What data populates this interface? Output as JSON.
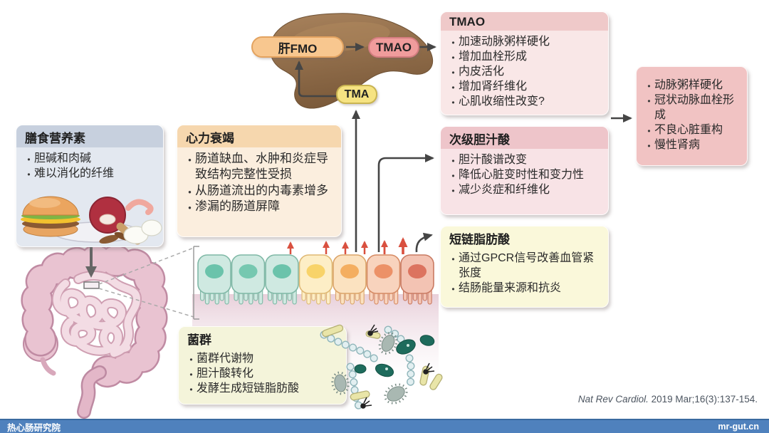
{
  "boxes": {
    "diet": {
      "title": "膳食营养素",
      "items": [
        "胆碱和肉碱",
        "难以消化的纤维"
      ]
    },
    "heart_failure": {
      "title": "心力衰竭",
      "items": [
        "肠道缺血、水肿和炎症导致结构完整性受损",
        "从肠道流出的内毒素增多",
        "渗漏的肠道屏障"
      ]
    },
    "tmao": {
      "title": "TMAO",
      "items": [
        "加速动脉粥样硬化",
        "增加血栓形成",
        "内皮活化",
        "增加肾纤维化",
        "心肌收缩性改变?"
      ]
    },
    "bile": {
      "title": "次级胆汁酸",
      "items": [
        "胆汁酸谱改变",
        "降低心脏变时性和变力性",
        "减少炎症和纤维化"
      ]
    },
    "scfa": {
      "title": "短链脂肪酸",
      "items": [
        "通过GPCR信号改善血管紧张度",
        "结肠能量来源和抗炎"
      ]
    },
    "outcomes": {
      "items": [
        "动脉粥样硬化",
        "冠状动脉血栓形成",
        "不良心脏重构",
        "慢性肾病"
      ]
    },
    "microbiota": {
      "title": "菌群",
      "items": [
        "菌群代谢物",
        "胆汁酸转化",
        "发酵生成短链脂肪酸"
      ]
    }
  },
  "pills": {
    "liver_fmo": "肝FMO",
    "tmao": "TMAO",
    "tma": "TMA"
  },
  "citation": {
    "journal": "Nat Rev Cardiol.",
    "ref": " 2019 Mar;16(3):137-154."
  },
  "footer": {
    "left": "热心肠研究院",
    "right": "mr-gut.cn"
  },
  "colors": {
    "footer_blue": "#4f81bd",
    "fmo_pill": "#f8c78f",
    "tmao_pill": "#f09c9c",
    "tma_pill": "#f6e382",
    "red_arrow": "#d9503f",
    "dark_arrow": "#454545",
    "epithelium_cells": [
      {
        "body": "#cfe9e1",
        "border": "#7fb8a6",
        "nucleus": "#5fbfa5"
      },
      {
        "body": "#cfe9e1",
        "border": "#7fb8a6",
        "nucleus": "#6cc4ab"
      },
      {
        "body": "#cfe9e1",
        "border": "#7fb8a6",
        "nucleus": "#5fbfa5"
      },
      {
        "body": "#fdeec6",
        "border": "#dfb873",
        "nucleus": "#f7cf5e"
      },
      {
        "body": "#fbe2c0",
        "border": "#dba468",
        "nucleus": "#f3a855"
      },
      {
        "body": "#f8d3bd",
        "border": "#d68a63",
        "nucleus": "#ea8a5d"
      },
      {
        "body": "#f3c3b3",
        "border": "#c97a62",
        "nucleus": "#d96a55"
      }
    ]
  }
}
